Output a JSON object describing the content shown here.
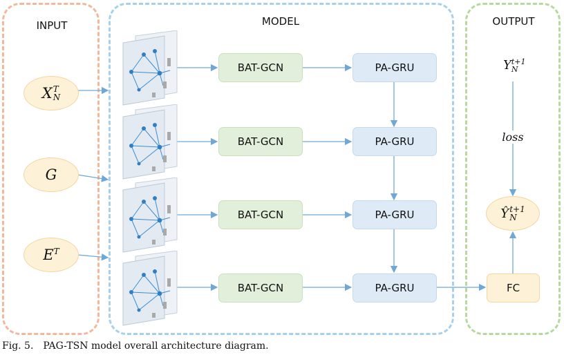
{
  "panels": {
    "input_title": "INPUT",
    "model_title": "MODEL",
    "output_title": "OUTPUT"
  },
  "inputs": [
    {
      "base": "X",
      "sup": "T",
      "sub": "N"
    },
    {
      "base": "G",
      "sup": "",
      "sub": ""
    },
    {
      "base": "E",
      "sup": "T",
      "sub": ""
    }
  ],
  "model": {
    "gcn_label": "BAT-GCN",
    "gru_label": "PA-GRU",
    "num_steps": 4
  },
  "output": {
    "target": {
      "base": "Y",
      "sup": "t+1",
      "sub": "N"
    },
    "loss_label": "loss",
    "prediction": {
      "base": "Ŷ",
      "sup": "t+1",
      "sub": "N"
    },
    "fc_label": "FC"
  },
  "caption": {
    "figure_number": "Fig. 5.",
    "text": "PAG-TSN model overall architecture diagram."
  },
  "colors": {
    "input_border": "#f2b89d",
    "model_border": "#a9d0ea",
    "output_border": "#b7d99f",
    "arrow": "#6fa8d6",
    "gcn_fill": "#e2efda",
    "gru_fill": "#deebf7",
    "node_fill": "#fdf1d7"
  }
}
